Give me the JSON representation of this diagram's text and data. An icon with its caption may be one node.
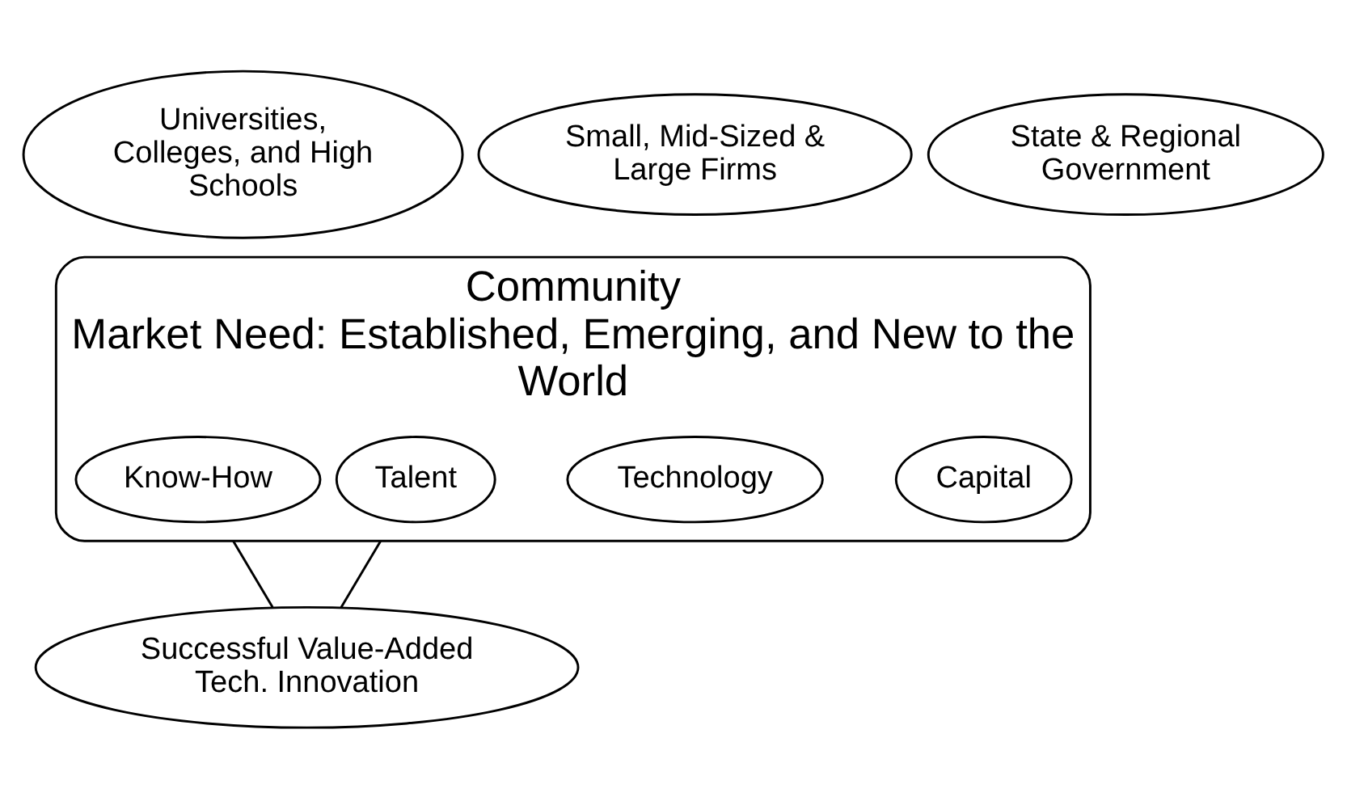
{
  "diagram": {
    "nodes": [
      {
        "text": [
          "Universities, Colleges, and High Schools"
        ]
      },
      {
        "text": [
          "Small, Mid-Sized & Large Firms"
        ]
      },
      {
        "text": [
          "State & Regional Government"
        ]
      },
      {
        "text": [
          "Community",
          "Market Need: Established, Emerging, and New to the World"
        ]
      },
      {
        "text": [
          "Talent"
        ],
        "in": 3
      },
      {
        "text": [
          "Technology"
        ],
        "in": 3
      },
      {
        "text": [
          "Capital"
        ],
        "in": 3
      },
      {
        "text": [
          "Know-How"
        ],
        "in": 3
      },
      {
        "text": [
          "Successful Value-Added Tech. Innovation"
        ]
      }
    ],
    "edges": [
      {
        "from": 3,
        "to": 8,
        "arrow": "none"
      },
      {
        "from": 3,
        "to": 8,
        "arrow": "none"
      }
    ]
  }
}
